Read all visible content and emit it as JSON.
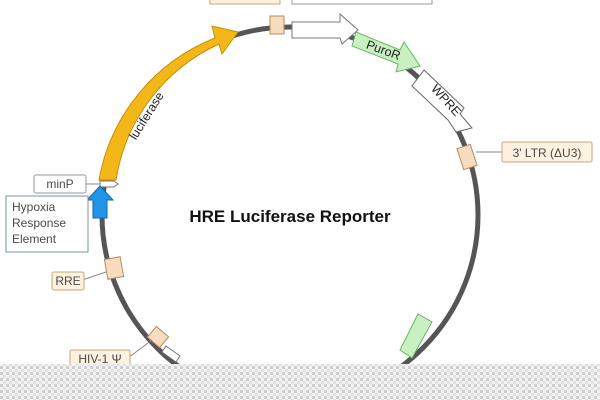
{
  "plasmid": {
    "title": "HRE Luciferase Reporter"
  },
  "features": {
    "luciferase": {
      "label": "luciferase",
      "color": "#f4b71a",
      "stroke": "#c98f00"
    },
    "puror": {
      "label": "PuroR",
      "color": "#c8f0c0",
      "stroke": "#6ab56a"
    },
    "wpre": {
      "label": "WPRE",
      "color": "#ffffff",
      "stroke": "#666666"
    },
    "cut_top_arrow": {
      "color": "#ffffff",
      "stroke": "#777777"
    },
    "hre": {
      "color": "#2196e8",
      "stroke": "#1466b0"
    }
  },
  "labels": {
    "minp": "minP",
    "hre_box": [
      "Hypoxia",
      "Response",
      "Element"
    ],
    "rre": "RRE",
    "ltr3": "3' LTR (ΔU3)",
    "hiv_psi": "HIV-1 Ψ"
  },
  "colors": {
    "backbone": "#555555",
    "ltr_fill": "#f8dcc0",
    "ltr_stroke": "#b98a5f",
    "tag_fill": "#fdf1e0",
    "tag_stroke": "#c9a57d",
    "box_stroke": "#7a8fb0",
    "green_region": "#c8f0c0"
  }
}
